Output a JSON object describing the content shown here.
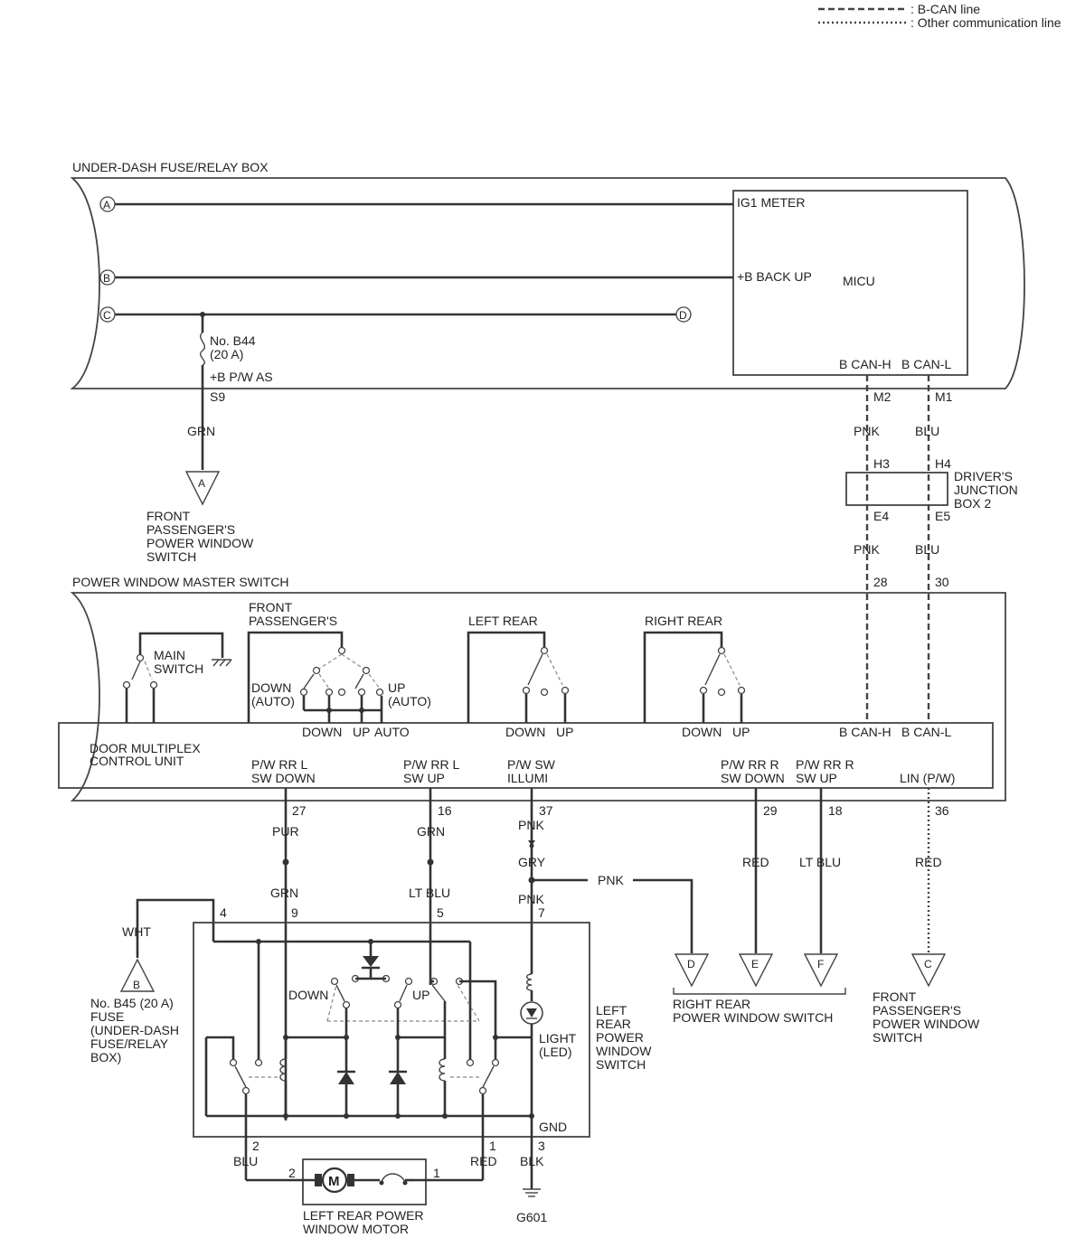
{
  "legend": {
    "bcan": ": B-CAN line",
    "other": ": Other communication line"
  },
  "fuse_box": {
    "title": "UNDER-DASH FUSE/RELAY BOX",
    "conn_a": "A",
    "conn_b": "B",
    "conn_c": "C",
    "conn_d": "D",
    "micu": "MICU",
    "ig1": "IG1 METER",
    "backup": "+B BACK UP",
    "fuse_no": "No. B44",
    "fuse_amp": "(20 A)",
    "pwas": "+B P/W AS",
    "s9": "S9",
    "bcanh": "B CAN-H",
    "bcanl": "B CAN-L",
    "m2": "M2",
    "m1": "M1"
  },
  "wires": {
    "grn_a": "GRN",
    "pnk1": "PNK",
    "blu1": "BLU",
    "pnk2": "PNK",
    "blu2": "BLU",
    "pur": "PUR",
    "grn27": "GRN",
    "grn16": "GRN",
    "ltblu5": "LT BLU",
    "pnk37": "PNK",
    "gry": "GRY",
    "pnk7": "PNK",
    "pnk_branch": "PNK",
    "red29": "RED",
    "ltblu18": "LT BLU",
    "red36": "RED",
    "wht": "WHT",
    "blu_m": "BLU",
    "red_m": "RED",
    "blk": "BLK"
  },
  "junction": {
    "h3": "H3",
    "h4": "H4",
    "e4": "E4",
    "e5": "E5",
    "name1": "DRIVER'S",
    "name2": "JUNCTION",
    "name3": "BOX 2"
  },
  "offpage_a": {
    "letter": "A",
    "l1": "FRONT",
    "l2": "PASSENGER'S",
    "l3": "POWER WINDOW",
    "l4": "SWITCH"
  },
  "master": {
    "title": "POWER WINDOW MASTER SWITCH",
    "t28": "28",
    "t30": "30",
    "main1": "MAIN",
    "main2": "SWITCH",
    "fp1": "FRONT",
    "fp2": "PASSENGER'S",
    "down_auto1": "DOWN",
    "down_auto2": "(AUTO)",
    "up_auto1": "UP",
    "up_auto2": "(AUTO)",
    "lr": "LEFT REAR",
    "rr": "RIGHT REAR",
    "fp_down": "DOWN",
    "fp_up": "UP",
    "fp_auto": "AUTO",
    "lr_down": "DOWN",
    "lr_up": "UP",
    "rr_down": "DOWN",
    "rr_up": "UP",
    "canh": "B CAN-H",
    "canl": "B CAN-L",
    "dmcu1": "DOOR MULTIPLEX",
    "dmcu2": "CONTROL UNIT",
    "rrl_down1": "P/W RR L",
    "rrl_down2": "SW DOWN",
    "rrl_up1": "P/W RR L",
    "rrl_up2": "SW UP",
    "illum1": "P/W SW",
    "illum2": "ILLUMI",
    "rrr_down1": "P/W RR R",
    "rrr_down2": "SW DOWN",
    "rrr_up1": "P/W RR R",
    "rrr_up2": "SW UP",
    "lin": "LIN (P/W)",
    "t27": "27",
    "t16": "16",
    "t37": "37",
    "t29": "29",
    "t18": "18",
    "t36": "36"
  },
  "offpage_right": {
    "d": "D",
    "e": "E",
    "f": "F",
    "rr1": "RIGHT REAR",
    "rr2": "POWER WINDOW SWITCH",
    "c": "C",
    "fp1": "FRONT",
    "fp2": "PASSENGER'S",
    "fp3": "POWER WINDOW",
    "fp4": "SWITCH"
  },
  "offpage_b": {
    "letter": "B",
    "l1": "No. B45 (20 A)",
    "l2": "FUSE",
    "l3": "(UNDER-DASH",
    "l4": "FUSE/RELAY",
    "l5": "BOX)"
  },
  "lr_switch": {
    "t4": "4",
    "t9": "9",
    "t5": "5",
    "t7": "7",
    "down": "DOWN",
    "up": "UP",
    "light1": "LIGHT",
    "light2": "(LED)",
    "name1": "LEFT",
    "name2": "REAR",
    "name3": "POWER",
    "name4": "WINDOW",
    "name5": "SWITCH",
    "gnd": "GND",
    "t2": "2",
    "t1": "1",
    "t3": "3"
  },
  "motor": {
    "m": "M",
    "t2": "2",
    "t1": "1",
    "name1": "LEFT REAR POWER",
    "name2": "WINDOW MOTOR"
  },
  "ground": {
    "g601": "G601"
  }
}
